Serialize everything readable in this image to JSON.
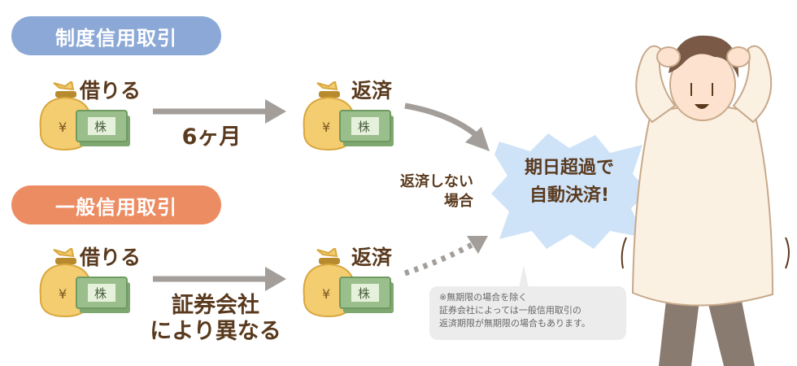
{
  "sections": {
    "margin": {
      "title": "制度信用取引",
      "borrow_label": "借りる",
      "repay_label": "返済",
      "term_label": "6ヶ月"
    },
    "general": {
      "title": "一般信用取引",
      "borrow_label": "借りる",
      "repay_label": "返済",
      "term_lines": [
        "証券会社",
        "により異なる"
      ]
    }
  },
  "money_icon": {
    "bag_symbol": "¥",
    "note_label": "株"
  },
  "no_repay_label": [
    "返済しない",
    "場合"
  ],
  "result_burst": [
    "期日超過で",
    "自動決済!"
  ],
  "note_lines": [
    "※無期限の場合を除く",
    "証券会社によっては一般信用取引の",
    "返済期限が無期限の場合もあります。"
  ],
  "colors": {
    "margin_pill": "#8ca8d6",
    "general_pill": "#ec8c62",
    "arrow": "#a39e99",
    "bag": "#f3cd6f",
    "bill": "#9bbf8c",
    "burst": "#cfe3f8",
    "text": "#5a3a1e"
  }
}
